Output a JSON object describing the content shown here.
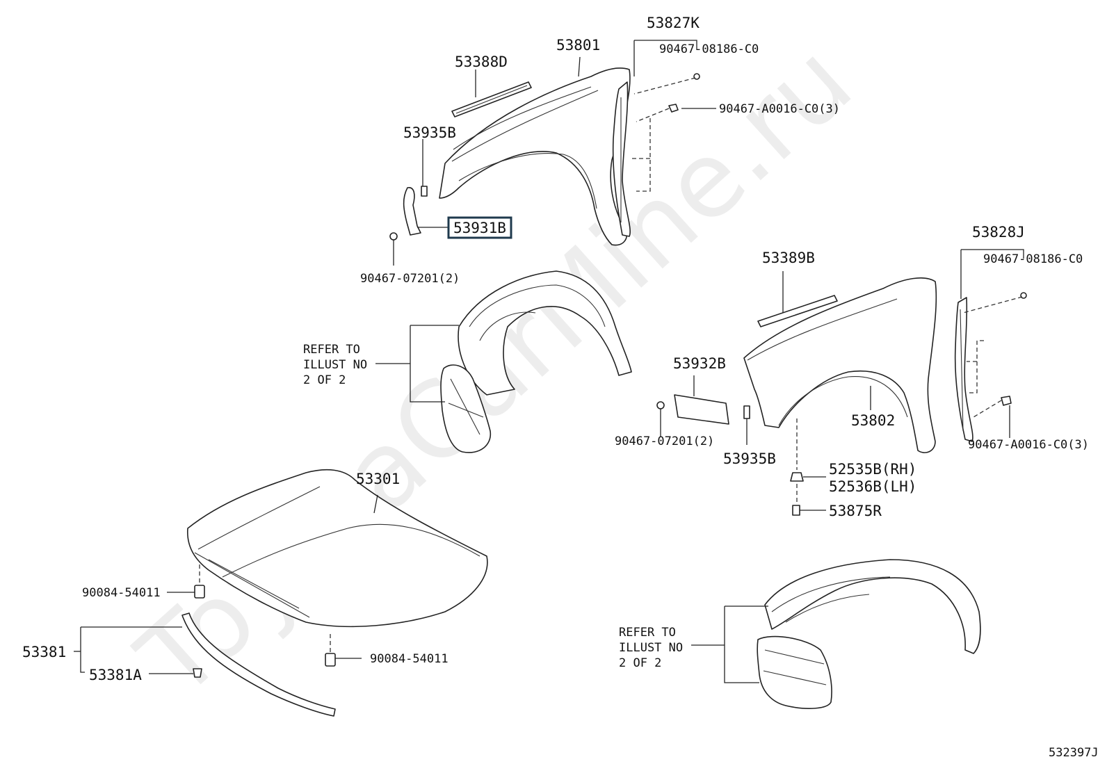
{
  "watermark": "ToyotaCarMine.ru",
  "diagram_code": "532397J",
  "labels": {
    "p53827K": "53827K",
    "p90467_08186_C0_top": "90467-08186-C0",
    "p90467_A0016_C0_top": "90467-A0016-C0(3)",
    "p53801": "53801",
    "p53388D": "53388D",
    "p53935B_top": "53935B",
    "p53931B": "53931B",
    "p90467_07201_top": "90467-07201(2)",
    "p53828J": "53828J",
    "p90467_08186_C0_right": "90467-08186-C0",
    "p53389B": "53389B",
    "p53932B": "53932B",
    "p90467_07201_right": "90467-07201(2)",
    "p53935B_right": "53935B",
    "p53802": "53802",
    "p90467_A0016_C0_right": "90467-A0016-C0(3)",
    "p52535B": "52535B(RH)",
    "p52536B": "52536B(LH)",
    "p53875R": "53875R",
    "p53301": "53301",
    "p90084_54011_left": "90084-54011",
    "p90084_54011_right": "90084-54011",
    "p53381": "53381",
    "p53381A": "53381A"
  },
  "refer_note_top": [
    "REFER TO",
    "ILLUST NO",
    "2 OF 2"
  ],
  "refer_note_bottom": [
    "REFER TO",
    "ILLUST NO",
    "2 OF 2"
  ],
  "highlighted_part": "53931B"
}
